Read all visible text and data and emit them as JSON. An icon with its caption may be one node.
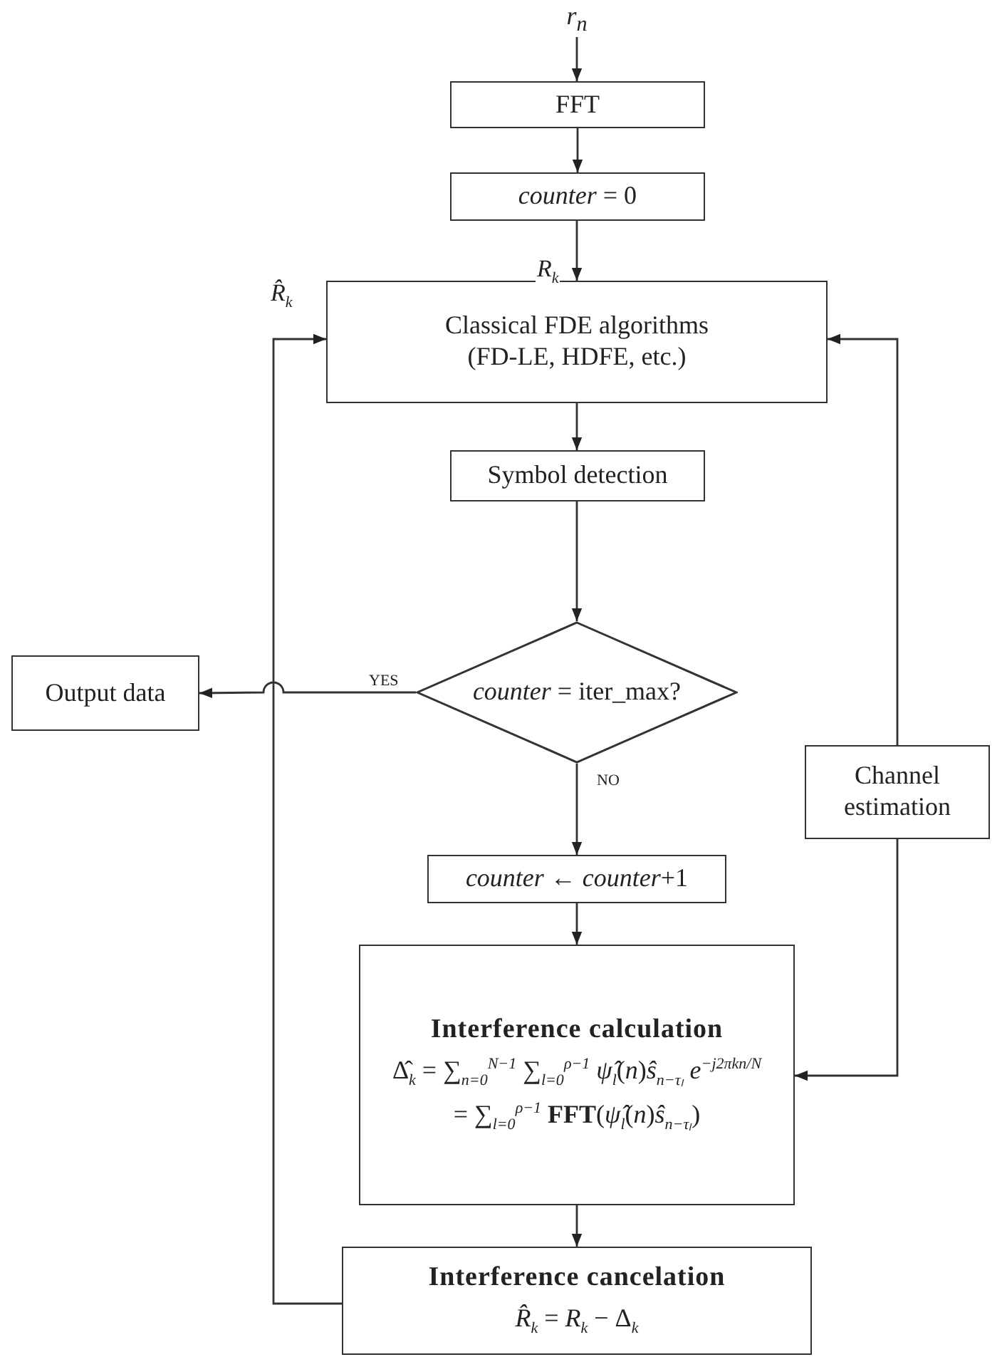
{
  "diagram": {
    "nodes": [
      {
        "text": [
          "r$_{n}$"
        ]
      },
      {
        "text": [
          "FFT"
        ]
      },
      {
        "text": [
          "*counter* = 0"
        ]
      },
      {
        "text": [
          "Classical FDE algorithms",
          "(FD-LE, HDFE, etc.)"
        ]
      },
      {
        "text": [
          "Symbol detection"
        ]
      },
      {
        "text": [
          "*counter* = iter_max?"
        ]
      },
      {
        "text": [
          "Output data"
        ]
      },
      {
        "text": [
          "Channel estimation"
        ]
      },
      {
        "text": [
          "*counter* ← *counter*+1"
        ]
      },
      {
        "text": [
          "Interference calculation",
          "Δ̂$_{k}$ = ∑$_{n=0}$$^{N−1}$ ∑$_{l=0}$$^{ρ−1}$ *ψ̂*$_{l}$(*n*)*ŝ*$_{n−τₗ}$ *e*$^{−j2πkn/N}$",
          "= ∑$_{l=0}$$^{ρ−1}$ **FFT**(*ψ̂*$_{l}$(*n*)*ŝ*$_{n−τₗ}$)"
        ]
      },
      {
        "text": [
          "Interference cancelation",
          "*R̂*$_{k}$ = *R*$_{k}$ − Δ$_{k}$"
        ]
      }
    ],
    "edges": [
      {
        "from": 0,
        "to": 1,
        "arrow": "to"
      },
      {
        "from": 1,
        "to": 2,
        "arrow": "to"
      },
      {
        "from": 2,
        "to": 3,
        "arrow": "to",
        "label": "R$_{k}$"
      },
      {
        "from": 3,
        "to": 4,
        "arrow": "to"
      },
      {
        "from": 4,
        "to": 5,
        "arrow": "to"
      },
      {
        "from": 5,
        "to": 6,
        "arrow": "to",
        "label": "YES"
      },
      {
        "from": 5,
        "to": 8,
        "arrow": "to",
        "label": "NO"
      },
      {
        "from": 8,
        "to": 9,
        "arrow": "to"
      },
      {
        "from": 9,
        "to": 10,
        "arrow": "to"
      },
      {
        "from": 10,
        "to": 3,
        "arrow": "to",
        "label": "R̂$_{k}$"
      },
      {
        "from": 7,
        "to": 3,
        "arrow": "to"
      },
      {
        "from": 7,
        "to": 9,
        "arrow": "to"
      }
    ]
  }
}
